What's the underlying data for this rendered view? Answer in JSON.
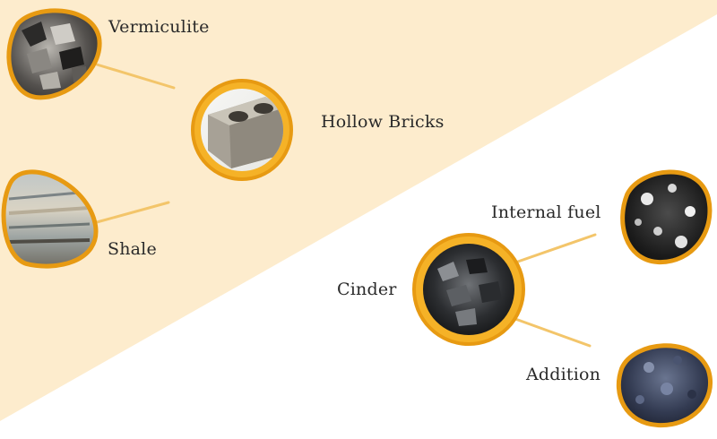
{
  "materials": {
    "vermiculite": "Vermiculite",
    "hollow_bricks": "Hollow Bricks",
    "shale": "Shale",
    "internal_fuel": "Internal fuel",
    "cinder": "Cinder",
    "addition": "Addition"
  },
  "colors": {
    "background_band": "#fdeccd",
    "ring": "#f5b227",
    "ring_edge": "#e79a12",
    "text": "#2a2a2a"
  }
}
